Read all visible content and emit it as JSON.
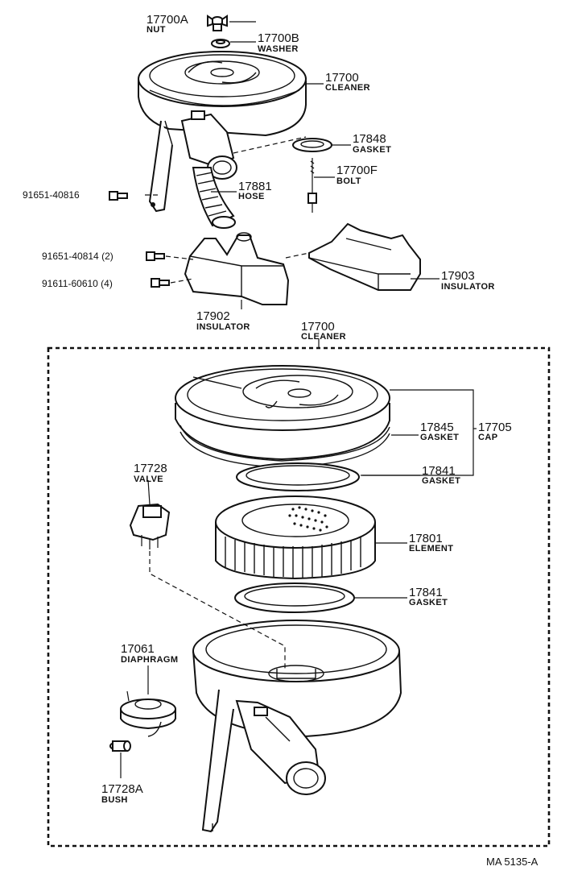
{
  "parts": {
    "nut": {
      "number": "17700A",
      "name": "NUT"
    },
    "washer": {
      "number": "17700B",
      "name": "WASHER"
    },
    "cleaner_top": {
      "number": "17700",
      "name": "CLEANER"
    },
    "gasket_17848": {
      "number": "17848",
      "name": "GASKET"
    },
    "bolt": {
      "number": "17700F",
      "name": "BOLT"
    },
    "hose": {
      "number": "17881",
      "name": "HOSE"
    },
    "insulator_17903": {
      "number": "17903",
      "name": "INSULATOR"
    },
    "insulator_17902": {
      "number": "17902",
      "name": "INSULATOR"
    },
    "cleaner_assy": {
      "number": "17700",
      "name": "CLEANER"
    },
    "gasket_17845": {
      "number": "17845",
      "name": "GASKET"
    },
    "cap": {
      "number": "17705",
      "name": "CAP"
    },
    "gasket_17841_upper": {
      "number": "17841",
      "name": "GASKET"
    },
    "valve": {
      "number": "17728",
      "name": "VALVE"
    },
    "element": {
      "number": "17801",
      "name": "ELEMENT"
    },
    "gasket_17841_lower": {
      "number": "17841",
      "name": "GASKET"
    },
    "diaphragm": {
      "number": "17061",
      "name": "DIAPHRAGM"
    },
    "bush": {
      "number": "17728A",
      "name": "BUSH"
    }
  },
  "hardware": {
    "bolt_a": "91651-40816",
    "bolt_b": "91651-40814 (2)",
    "bolt_c": "91611-60610 (4)"
  },
  "drawing_code": "MA  5135-A"
}
